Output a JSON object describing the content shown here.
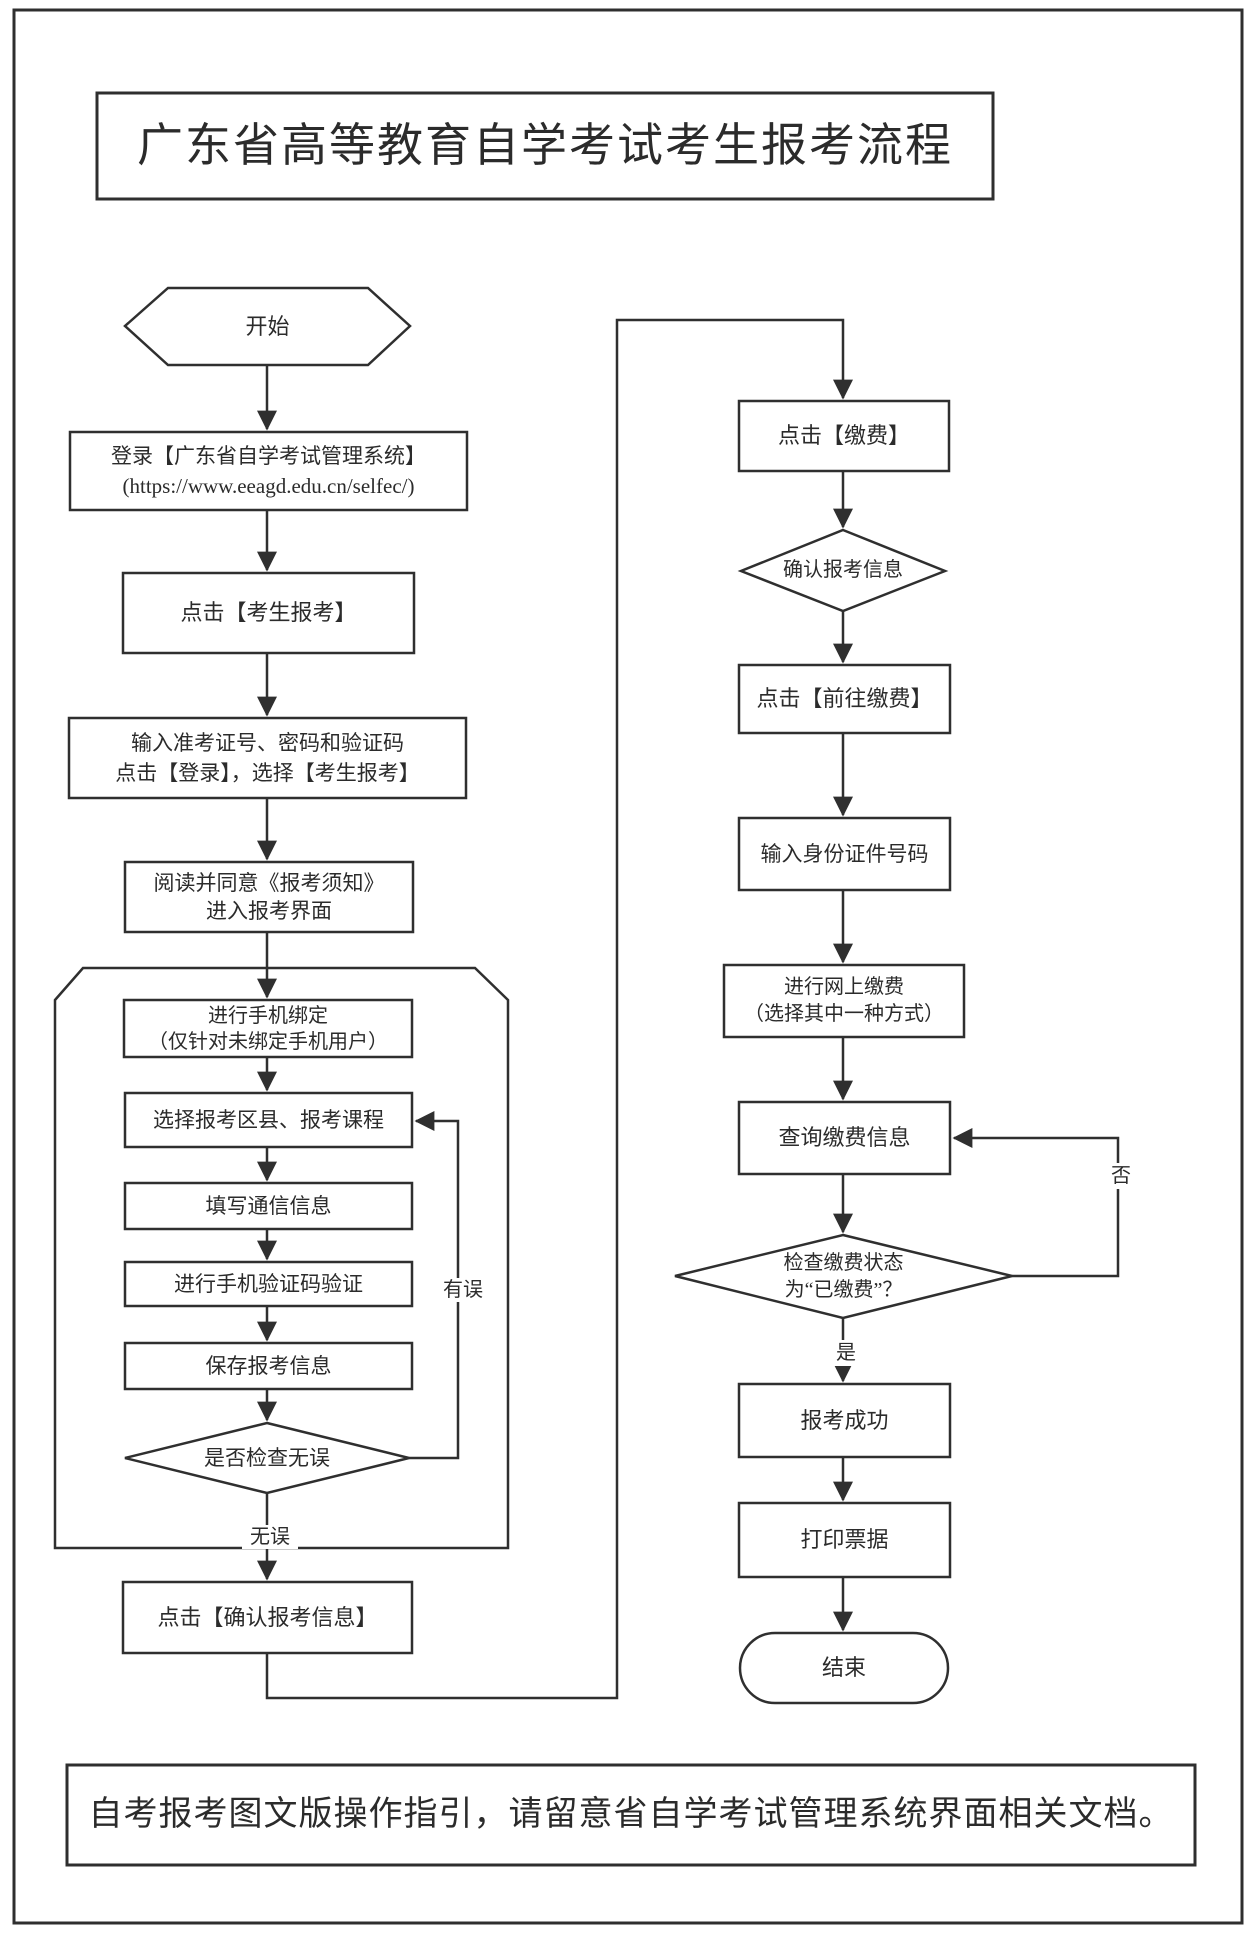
{
  "page": {
    "title": "广东省高等教育自学考试考生报考流程",
    "footer_note": "自考报考图文版操作指引，请留意省自学考试管理系统界面相关文档。"
  },
  "nodes": {
    "start": "开始",
    "login": "登录【广东省自学考试管理系统】\n(https://www.eeagd.edu.cn/selfec/)",
    "click_register": "点击【考生报考】",
    "enter_credentials": "输入准考证号、密码和验证码\n点击【登录】，选择【考生报考】",
    "read_notice": "阅读并同意《报考须知》\n进入报考界面",
    "bind_phone": "进行手机绑定\n（仅针对未绑定手机用户）",
    "select_courses": "选择报考区县、报考课程",
    "fill_contact": "填写通信信息",
    "verify_sms": "进行手机验证码验证",
    "save_info": "保存报考信息",
    "check_correct": "是否检查无误",
    "confirm_info": "点击【确认报考信息】",
    "click_pay": "点击【缴费】",
    "confirm_register_info": "确认报考信息",
    "goto_pay": "点击【前往缴费】",
    "enter_id": "输入身份证件号码",
    "online_pay": "进行网上缴费\n（选择其中一种方式）",
    "query_payment": "查询缴费信息",
    "check_paid": "检查缴费状态\n为“已缴费”？",
    "register_success": "报考成功",
    "print_receipt": "打印票据",
    "end": "结束"
  },
  "edge_labels": {
    "error": "有误",
    "no_error": "无误",
    "no": "否",
    "yes": "是"
  },
  "colors": {
    "line": "#2f2f2f",
    "background": "#ffffff"
  }
}
